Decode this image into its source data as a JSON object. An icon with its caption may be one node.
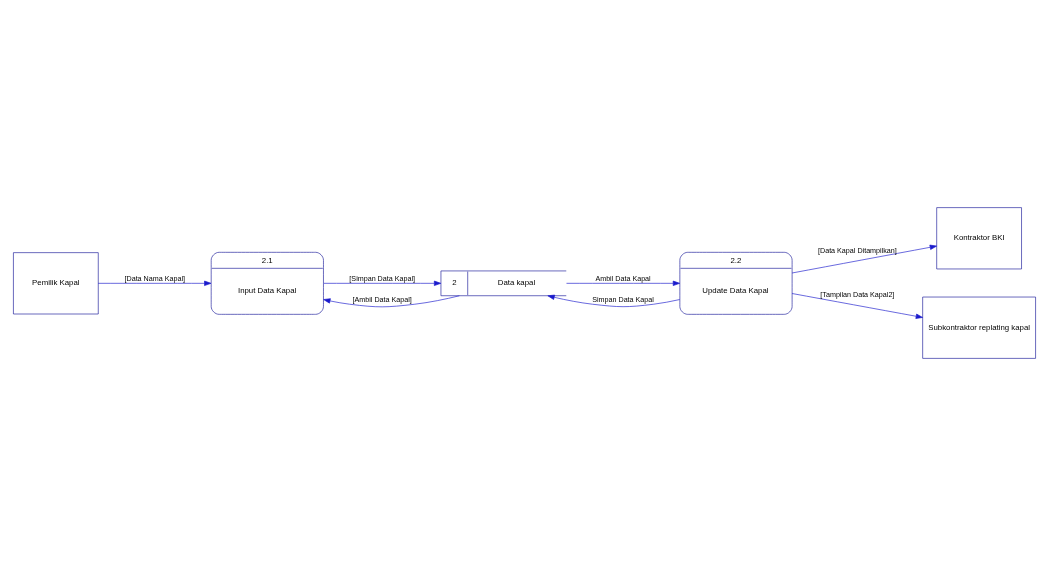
{
  "diagram": {
    "nodes": [
      {
        "text": [
          "Pemilik Kapal"
        ]
      },
      {
        "text": [
          "2.1",
          "Input Data Kapal"
        ]
      },
      {
        "text": [
          "2",
          "Data kapal"
        ]
      },
      {
        "text": [
          "Kontraktor BKI"
        ]
      },
      {
        "text": [
          "2.2",
          "Update Data Kapal"
        ]
      },
      {
        "text": [
          "Subkontraktor replating kapal"
        ]
      }
    ],
    "edges": [
      {
        "from": 0,
        "to": 1,
        "arrow": "to",
        "label": "[Data Nama Kapal]"
      },
      {
        "from": 2,
        "to": 1,
        "arrow": "to",
        "label": "[Ambil Data Kapal]"
      },
      {
        "from": 1,
        "to": 2,
        "arrow": "to",
        "label": "[Simpan Data Kapal]"
      },
      {
        "from": 4,
        "to": 2,
        "arrow": "to",
        "label": "Simpan Data Kapal"
      },
      {
        "from": 2,
        "to": 4,
        "arrow": "to",
        "label": "Ambil Data Kapal"
      },
      {
        "from": 4,
        "to": 3,
        "arrow": "to",
        "label": "[Data Kapal Ditampilkan]"
      },
      {
        "from": 4,
        "to": 5,
        "arrow": "to",
        "label": "[Tampilan Data Kapal2]"
      }
    ]
  }
}
